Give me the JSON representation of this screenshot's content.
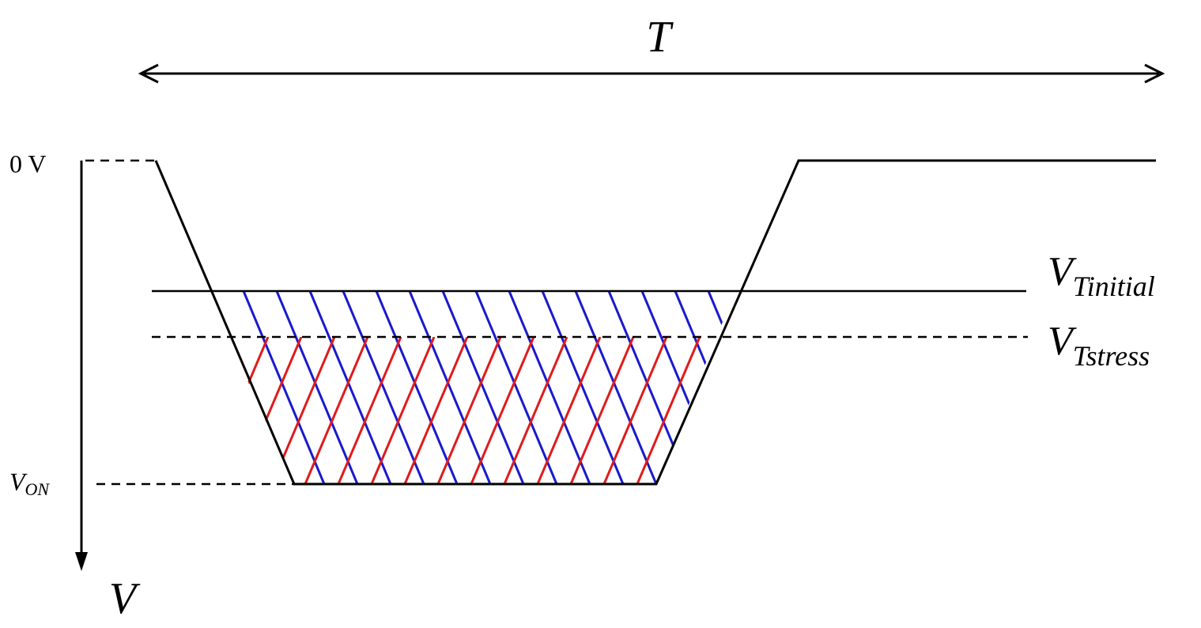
{
  "labels": {
    "time_axis": "T",
    "voltage_axis": "V",
    "zero_volt": "0 V",
    "v_on": {
      "main": "V",
      "sub": "ON"
    },
    "vt_initial": {
      "main": "V",
      "sub": "Tinitial"
    },
    "vt_stress": {
      "main": "V",
      "sub": "Tstress"
    }
  },
  "colors": {
    "line": "#000000",
    "hatch_initial": "#1a1acc",
    "hatch_stress": "#e01b1b"
  }
}
